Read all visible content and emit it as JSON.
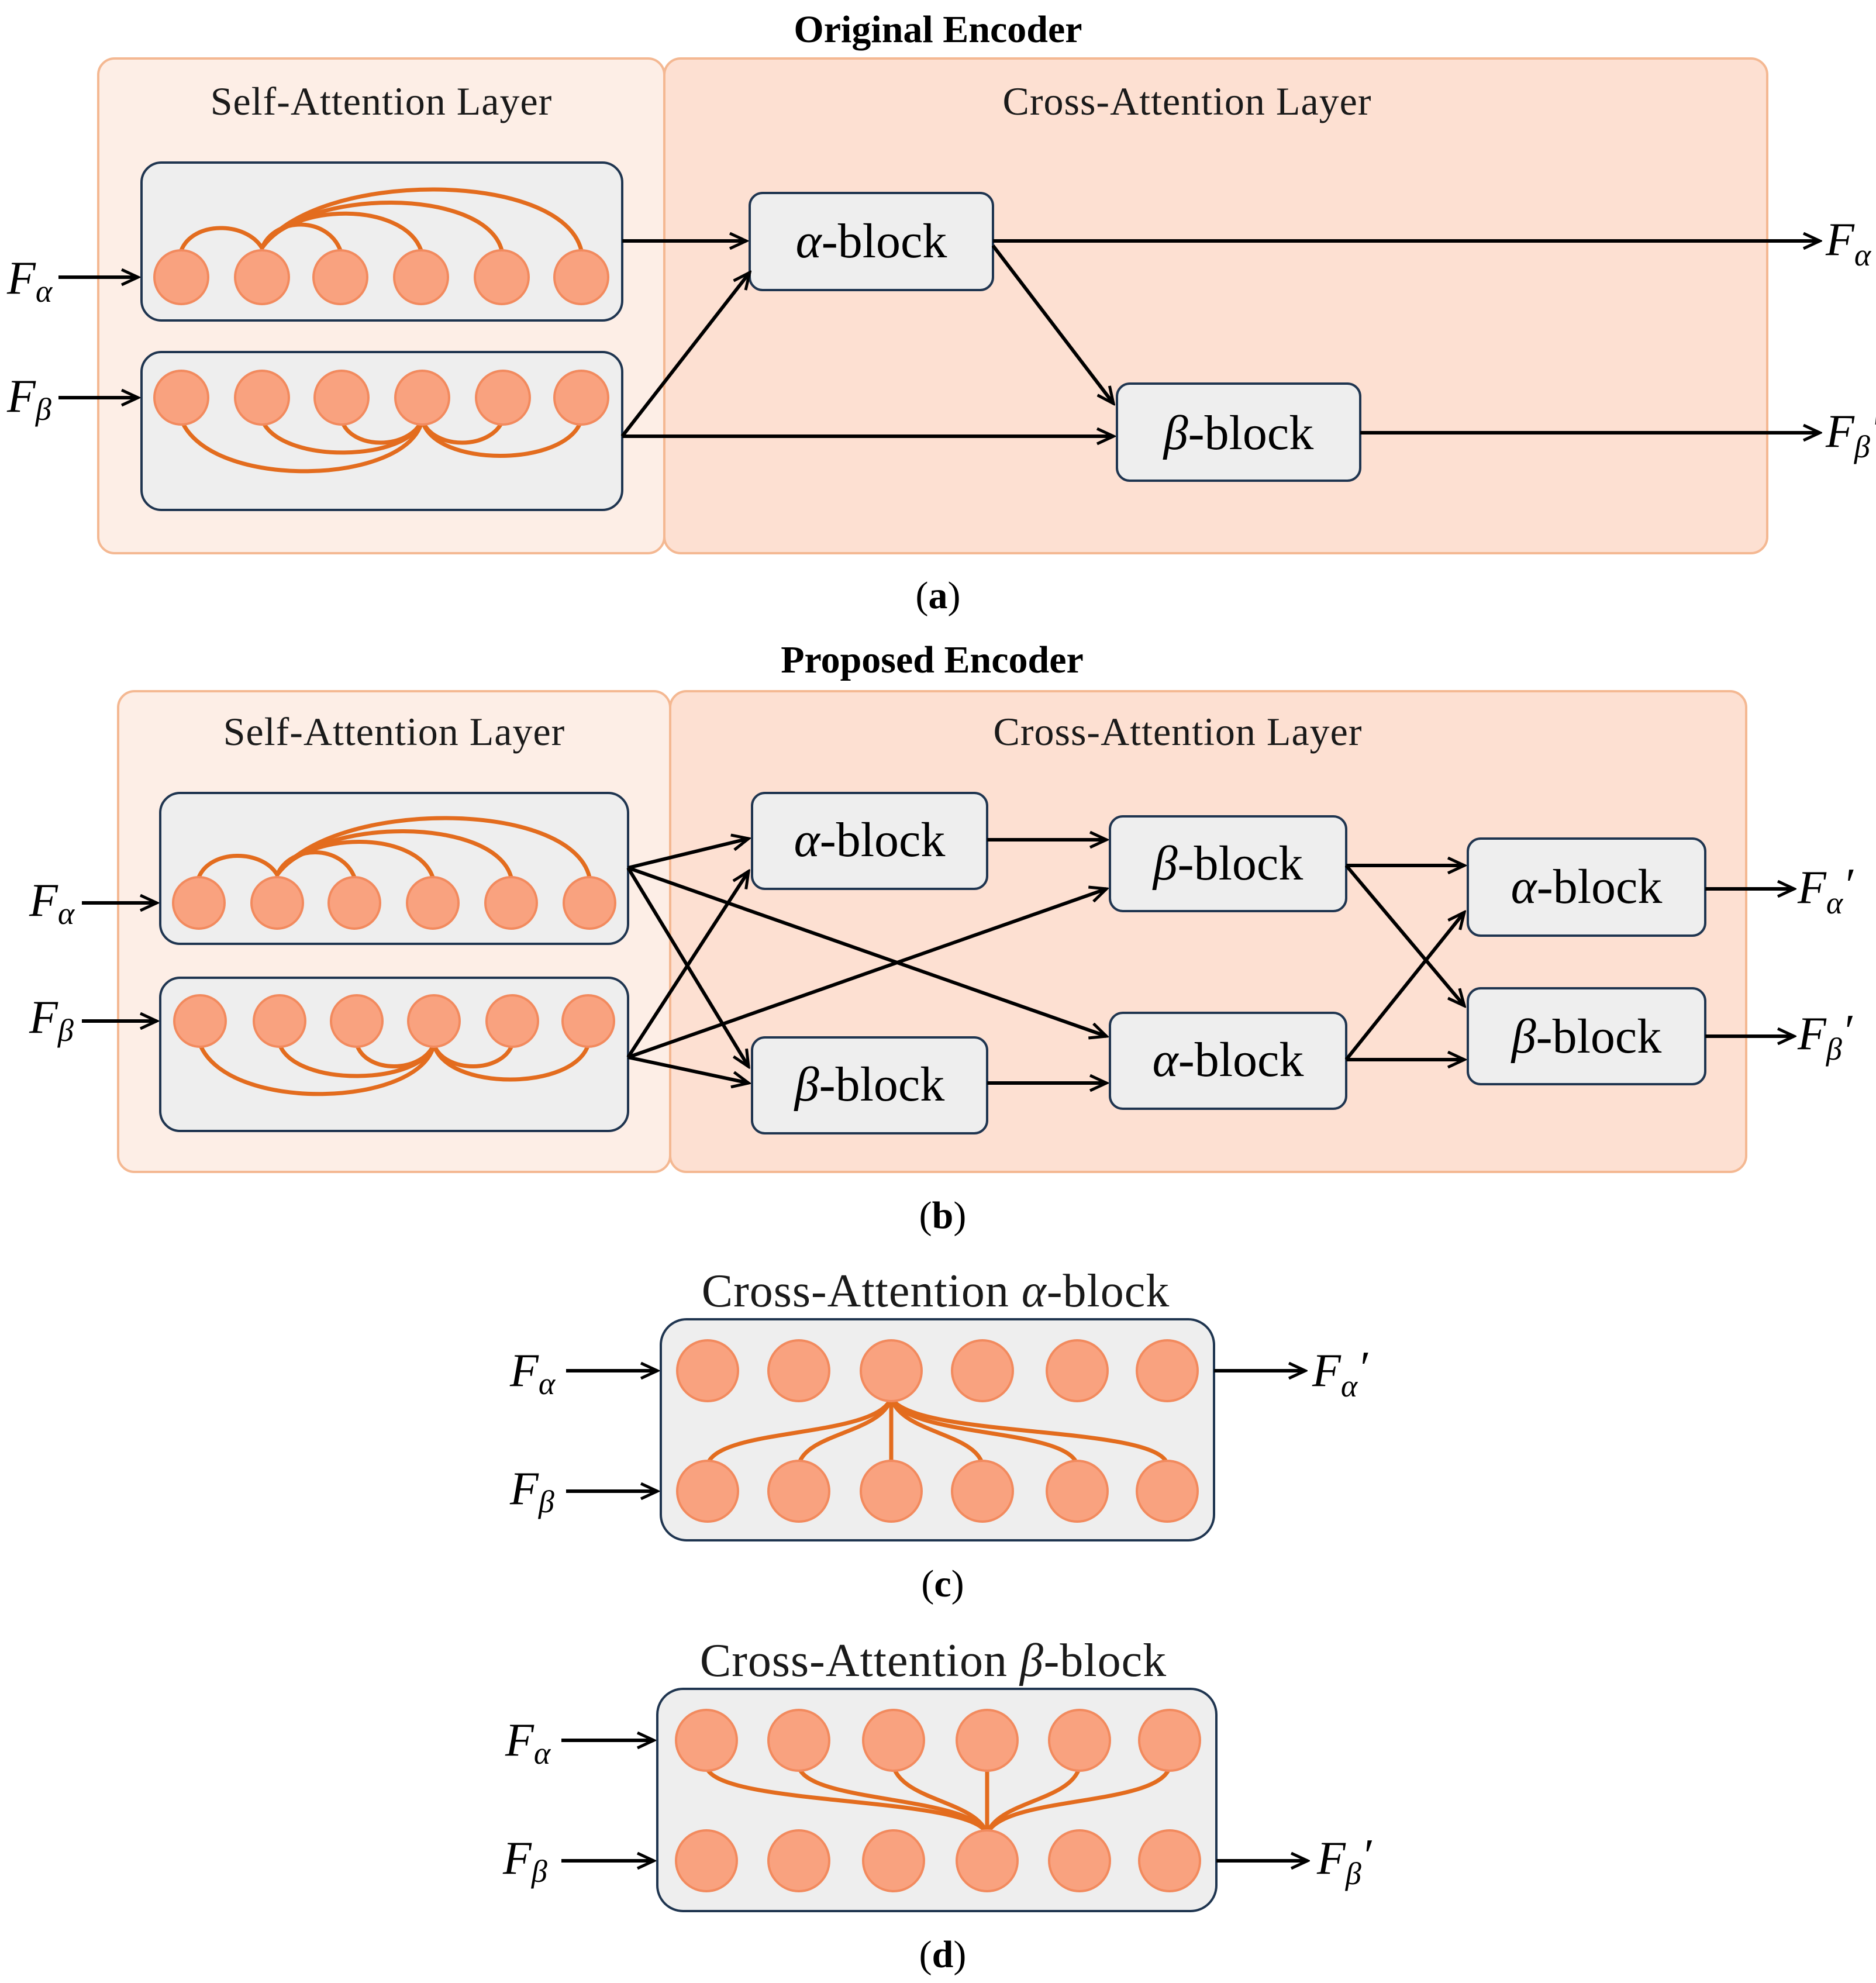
{
  "panel_a": {
    "title": "Original Encoder",
    "self_layer": "Self-Attention Layer",
    "cross_layer": "Cross-Attention Layer",
    "caption": "a"
  },
  "panel_b": {
    "title": "Proposed Encoder",
    "self_layer": "Self-Attention Layer",
    "cross_layer": "Cross-Attention Layer",
    "caption": "b"
  },
  "panel_c": {
    "title_prefix": "Cross-Attention ",
    "title_greek": "α",
    "title_suffix": "-block",
    "caption": "c"
  },
  "panel_d": {
    "title_prefix": "Cross-Attention ",
    "title_greek": "β",
    "title_suffix": "-block",
    "caption": "d"
  },
  "blocks": {
    "alpha_greek": "α",
    "beta_greek": "β",
    "suffix": "-block"
  },
  "io": {
    "f": "F",
    "alpha": "α",
    "beta": "β",
    "prime": "′"
  },
  "colors": {
    "outer_light": "#fdeee6",
    "outer_dark": "#fde0d2",
    "outer_border": "#f4b892",
    "box_fill": "#eeeeee",
    "box_border": "#1f3550",
    "node_fill": "#f9a27f",
    "node_border": "#f28a5e",
    "edge": "#e36c1e",
    "arrow": "#000000"
  }
}
